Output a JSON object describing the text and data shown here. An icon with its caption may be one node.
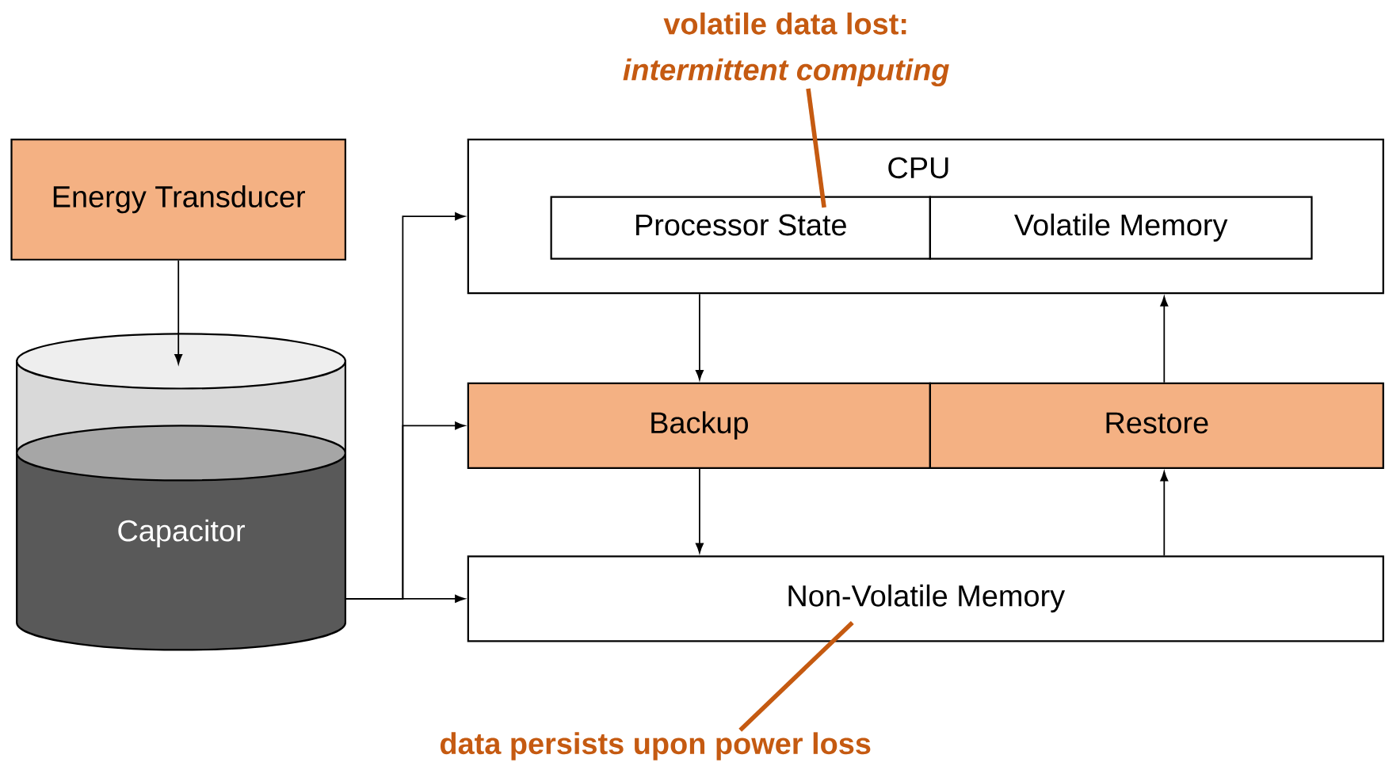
{
  "diagram": {
    "nodes": [
      {
        "text": [
          "Energy Transducer"
        ]
      },
      {
        "text": [
          "Capacitor"
        ]
      },
      {
        "text": [
          "CPU"
        ]
      },
      {
        "text": [
          "Processor State"
        ],
        "in": 2
      },
      {
        "text": [
          "Volatile Memory"
        ],
        "in": 2
      },
      {
        "text": [
          "Backup"
        ]
      },
      {
        "text": [
          "Restore"
        ]
      },
      {
        "text": [
          "Non-Volatile Memory"
        ]
      },
      {
        "text": [
          "volatile data lost:",
          "intermittent computing"
        ]
      },
      {
        "text": [
          "data persists upon power loss"
        ]
      }
    ],
    "edges": [
      {
        "from": 0,
        "to": 1,
        "arrow": "to"
      },
      {
        "from": 1,
        "to": 2,
        "arrow": "to"
      },
      {
        "from": 1,
        "to": 5,
        "arrow": "to"
      },
      {
        "from": 1,
        "to": 7,
        "arrow": "to"
      },
      {
        "from": 2,
        "to": 5,
        "arrow": "to"
      },
      {
        "from": 5,
        "to": 7,
        "arrow": "to"
      },
      {
        "from": 7,
        "to": 6,
        "arrow": "to"
      },
      {
        "from": 6,
        "to": 2,
        "arrow": "to"
      },
      {
        "from": 8,
        "to": 3,
        "arrow": "none",
        "style": "thick",
        "color": "#c55a11"
      },
      {
        "from": 9,
        "to": 7,
        "arrow": "none",
        "style": "thick",
        "color": "#c55a11"
      }
    ]
  }
}
